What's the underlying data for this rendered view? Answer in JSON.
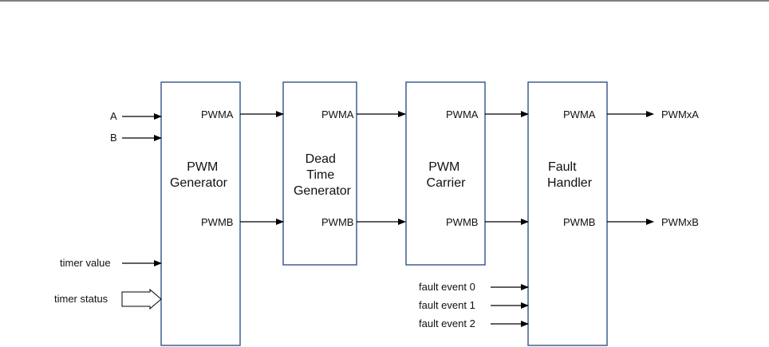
{
  "colors": {
    "block_border": "#3d5f8f",
    "line": "#000000",
    "rule": "#000000",
    "background": "#ffffff"
  },
  "blocks": {
    "pwm_generator": {
      "title": [
        "PWM",
        "Generator"
      ],
      "out_a": "PWMA",
      "out_b": "PWMB"
    },
    "dead_time_generator": {
      "title": [
        "Dead",
        "Time",
        "Generator"
      ],
      "out_a": "PWMA",
      "out_b": "PWMB"
    },
    "pwm_carrier": {
      "title": [
        "PWM",
        "Carrier"
      ],
      "out_a": "PWMA",
      "out_b": "PWMB"
    },
    "fault_handler": {
      "title": [
        "Fault",
        "Handler"
      ],
      "out_a": "PWMA",
      "out_b": "PWMB"
    }
  },
  "inputs": {
    "a": "A",
    "b": "B",
    "timer_value": "timer value",
    "timer_status": "timer status",
    "fault_events": [
      "fault event 0",
      "fault event 1",
      "fault event 2"
    ]
  },
  "outputs": {
    "a": "PWMxA",
    "b": "PWMxB"
  }
}
